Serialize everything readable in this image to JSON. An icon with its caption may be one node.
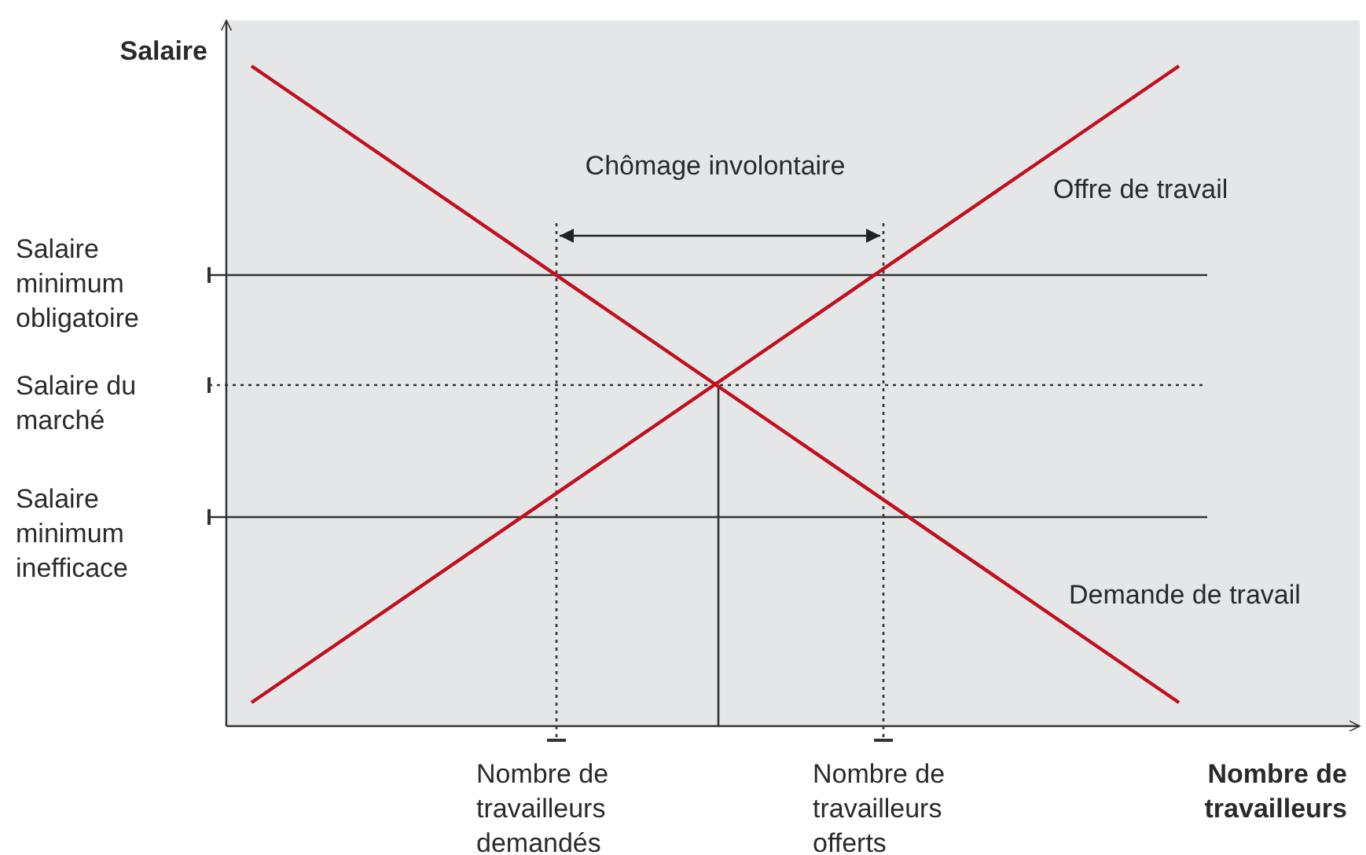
{
  "diagram": {
    "labels": [
      "Salaire",
      "Chômage involontaire",
      "Offre de travail",
      "Salaire minimum obligatoire",
      "Salaire du marché",
      "Salaire minimum inefficace",
      "Demande de travail",
      "Nombre de travailleurs demandés",
      "Nombre de travailleurs offerts",
      "Nombre de travailleurs"
    ]
  }
}
